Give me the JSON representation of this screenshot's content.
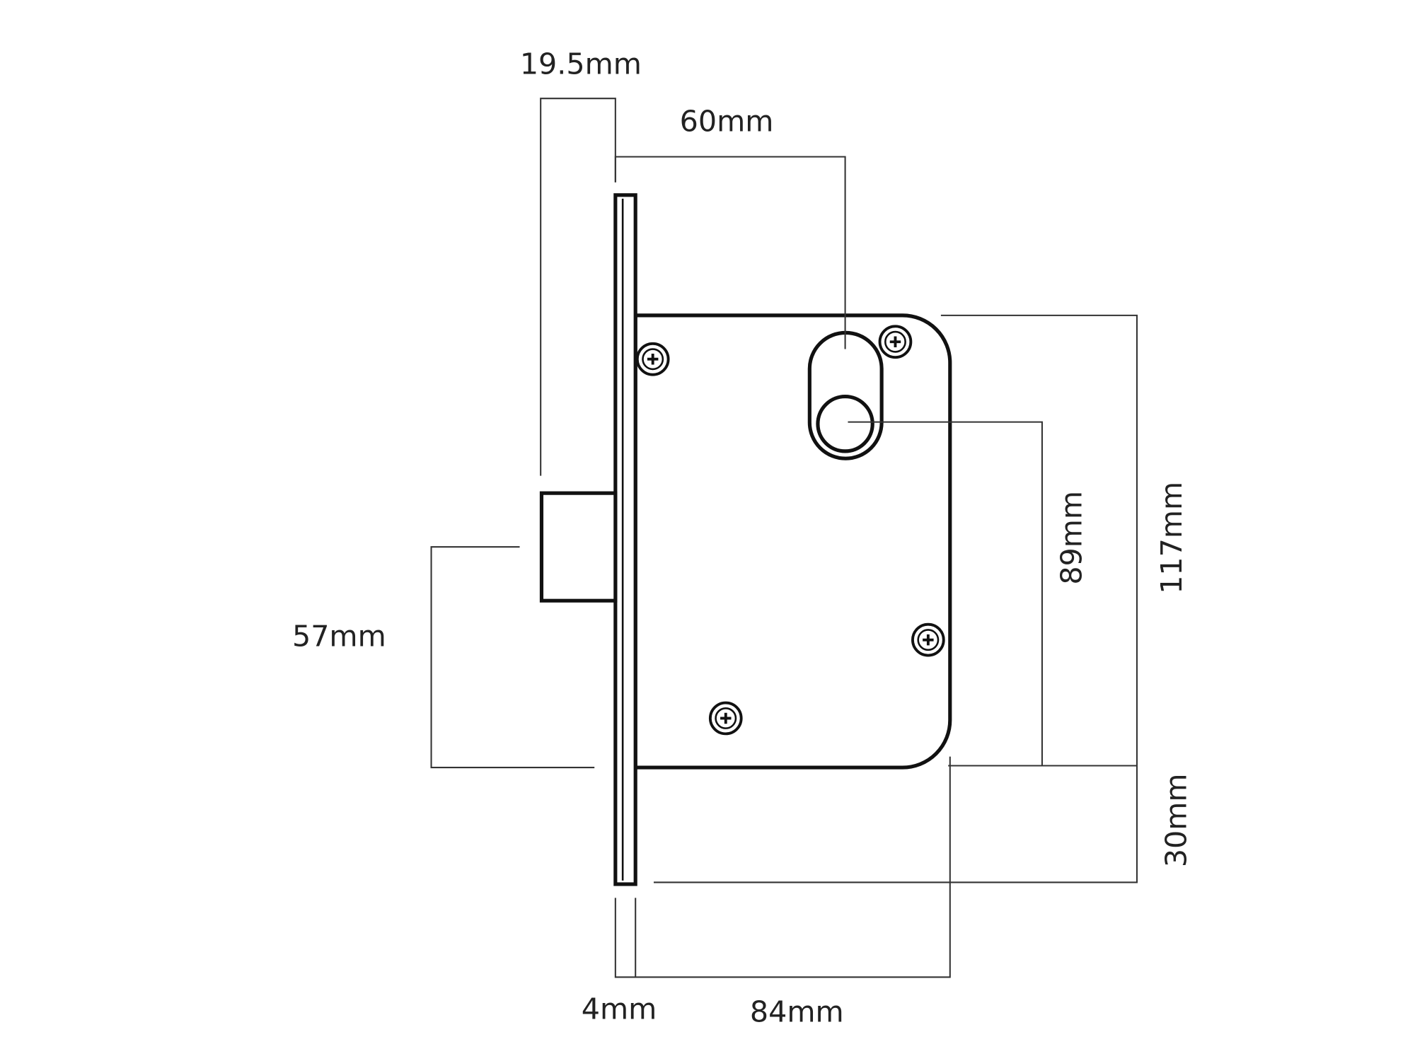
{
  "title": "Mortise lock dimension drawing",
  "colors": {
    "line": "#111111",
    "dimension": "#333333",
    "background": "#ffffff"
  },
  "dimensions": {
    "backset_bolt": "19.5mm",
    "backset_cylinder": "60mm",
    "body_height": "117mm",
    "cylinder_to_bottom": "89mm",
    "bottom_offset": "30mm",
    "bolt_to_bottom": "57mm",
    "faceplate_thickness": "4mm",
    "body_depth": "84mm"
  }
}
